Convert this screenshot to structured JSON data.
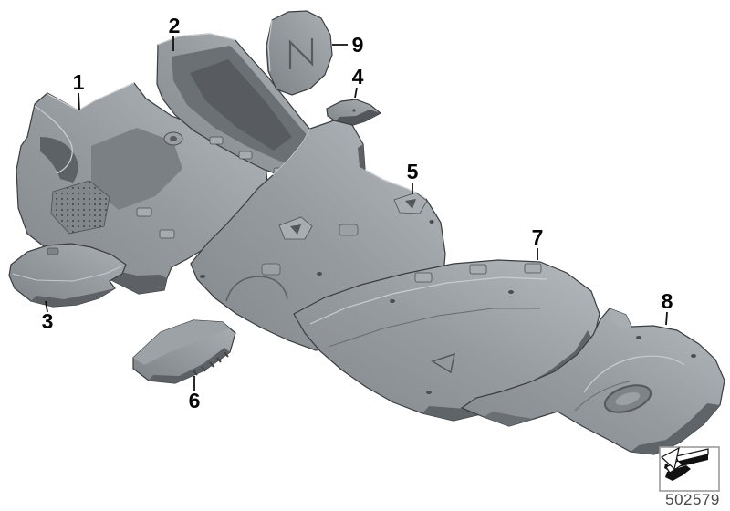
{
  "diagram": {
    "type": "exploded-parts-diagram",
    "subject": "Vehicle floor covering / floor trim parts",
    "background": "#ffffff",
    "outline_color": "#3a3d40",
    "part_fill_light": "#b4b9bd",
    "part_fill_mid": "#8f9499",
    "part_fill_dark": "#5f6468",
    "callout_color": "#050505",
    "callouts": [
      {
        "label": "1"
      },
      {
        "label": "2"
      },
      {
        "label": "3"
      },
      {
        "label": "4"
      },
      {
        "label": "5"
      },
      {
        "label": "6"
      },
      {
        "label": "7"
      },
      {
        "label": "8"
      },
      {
        "label": "9"
      }
    ],
    "legend": {
      "drawing_number": "502579",
      "icon": "cross-reference-arrow-icon",
      "box_border": "#9b9b9b",
      "number_color": "#474747"
    }
  }
}
